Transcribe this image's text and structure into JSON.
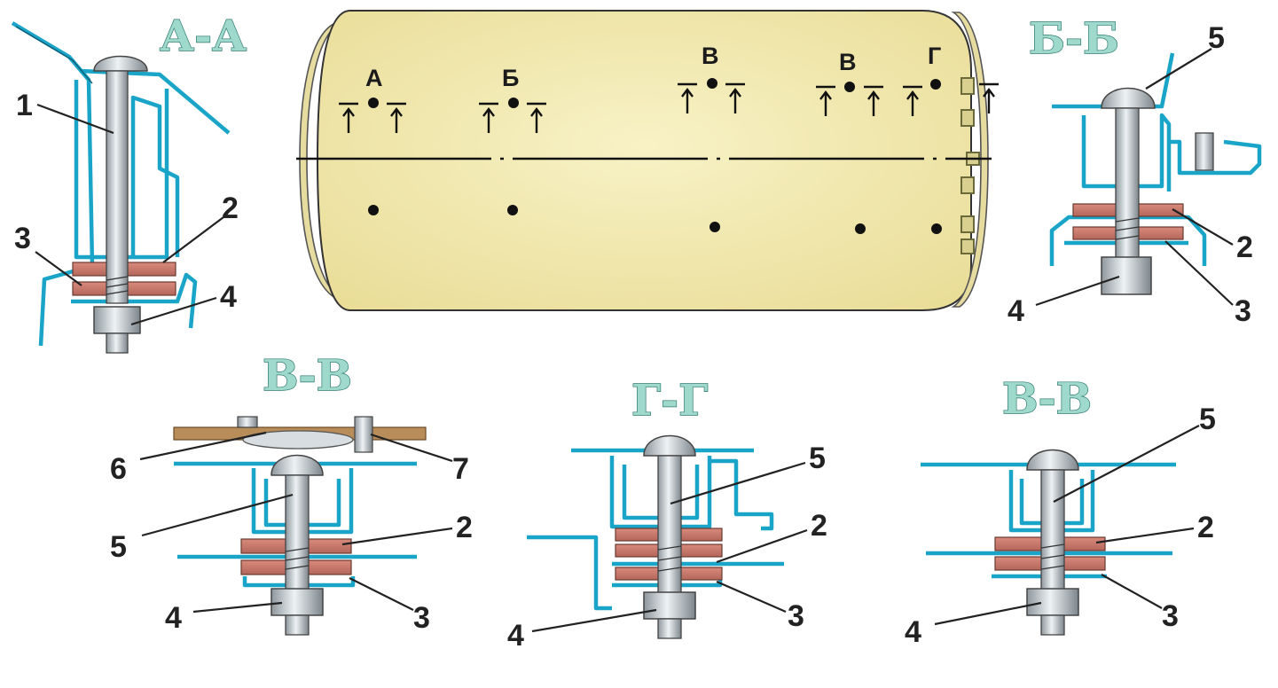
{
  "colors": {
    "tank": "#f4ecb4",
    "panel": "#1aa5c8",
    "panel_dark": "#0d5f78",
    "bolt": "#c9cfd3",
    "washer": "#c9776a",
    "title_fill": "#9ed9cc",
    "title_stroke": "#2f7a70"
  },
  "section_views": {
    "aa": {
      "title": "А-А",
      "callouts": [
        "1",
        "2",
        "3",
        "4"
      ]
    },
    "bb": {
      "title": "Б-Б",
      "callouts": [
        "5",
        "2",
        "4",
        "3"
      ]
    },
    "vv_left": {
      "title": "В-В",
      "callouts": [
        "6",
        "7",
        "5",
        "2",
        "4",
        "3"
      ]
    },
    "gg": {
      "title": "Г-Г",
      "callouts": [
        "5",
        "2",
        "4",
        "3"
      ]
    },
    "vv_right": {
      "title": "В-В",
      "callouts": [
        "5",
        "2",
        "4",
        "3"
      ]
    }
  },
  "overview": {
    "section_letters": [
      "А",
      "Б",
      "В",
      "В",
      "Г"
    ]
  }
}
